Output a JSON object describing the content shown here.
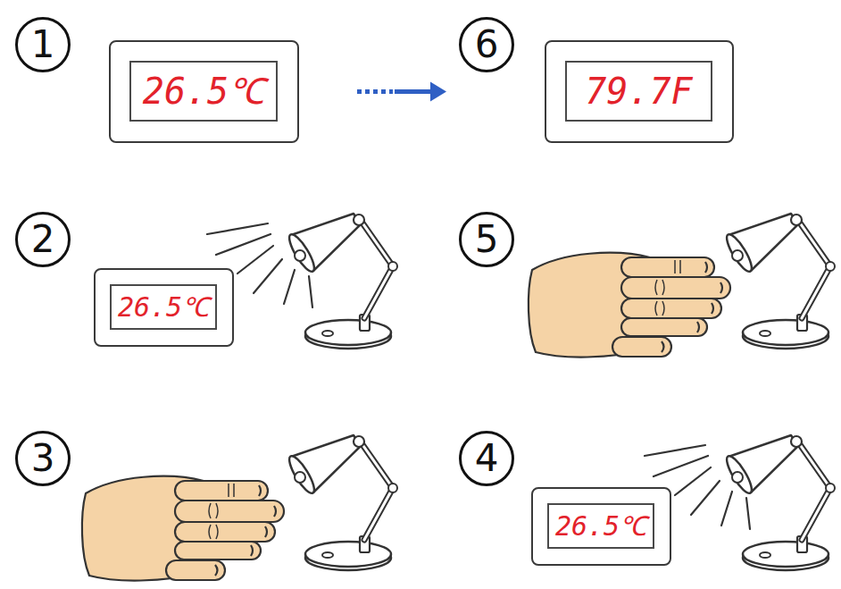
{
  "diagram": {
    "nodes": [
      {
        "text": [
          "26.5℃"
        ]
      },
      {
        "text": [
          "79.7F"
        ]
      },
      {
        "text": [
          "26.5℃"
        ]
      },
      {
        "text": [
          "26.5℃"
        ]
      }
    ],
    "edges": [
      {
        "from": 0,
        "to": 1,
        "arrow": "to"
      }
    ],
    "labels": [
      "1",
      "6",
      "2",
      "5",
      "3",
      "4"
    ]
  }
}
